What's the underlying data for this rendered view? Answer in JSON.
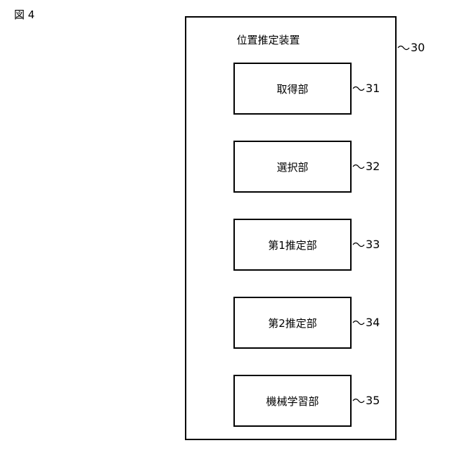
{
  "figure_label": "図 4",
  "device": {
    "title": "位置推定装置",
    "ref": "30"
  },
  "units": [
    {
      "label": "取得部",
      "ref": "31"
    },
    {
      "label": "選択部",
      "ref": "32"
    },
    {
      "label": "第1推定部",
      "ref": "33"
    },
    {
      "label": "第2推定部",
      "ref": "34"
    },
    {
      "label": "機械学習部",
      "ref": "35"
    }
  ]
}
